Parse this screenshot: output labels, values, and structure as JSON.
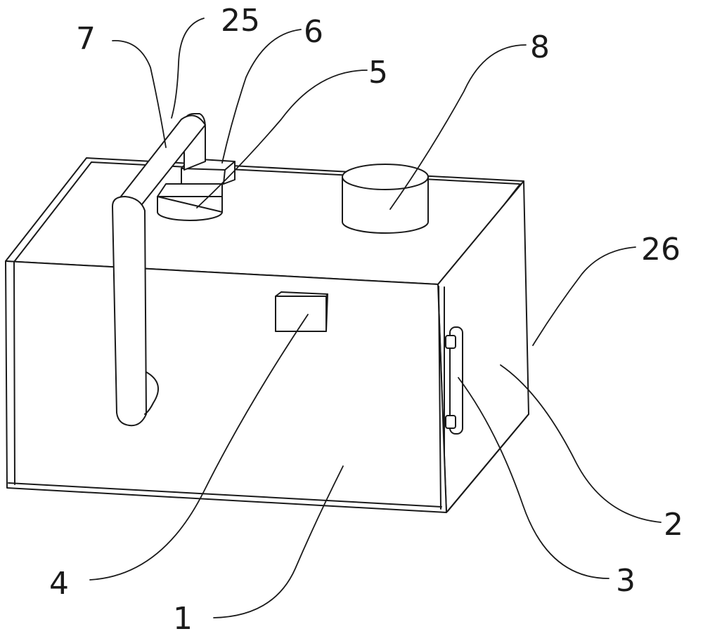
{
  "figure": {
    "stroke_color": "#1a1a1a",
    "background": "#ffffff",
    "labels": {
      "l1": "1",
      "l2": "2",
      "l3": "3",
      "l4": "4",
      "l5": "5",
      "l6": "6",
      "l7": "7",
      "l8": "8",
      "l25": "25",
      "l26": "26"
    }
  }
}
